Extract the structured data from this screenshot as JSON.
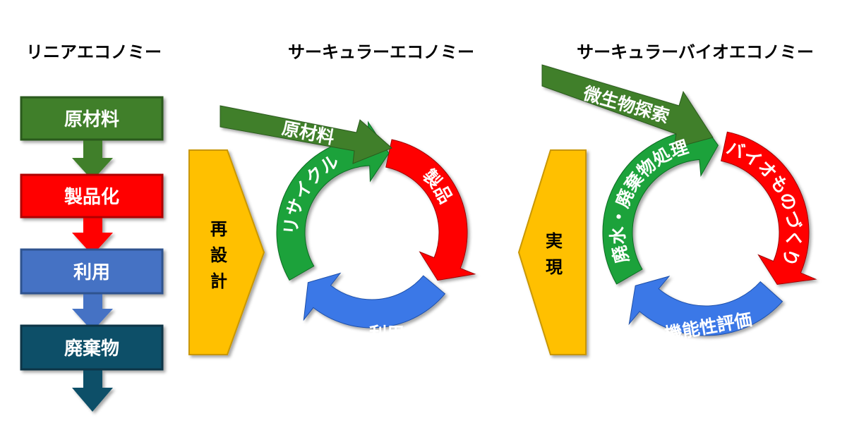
{
  "titles": {
    "linear": "リニアエコノミー",
    "circular": "サーキュラーエコノミー",
    "circular_bio": "サーキュラーバイオエコノミー"
  },
  "linear_steps": [
    {
      "label": "原材料",
      "color": "#3f7f2b"
    },
    {
      "label": "製品化",
      "color": "#ff0000"
    },
    {
      "label": "利用",
      "color": "#4472c4"
    },
    {
      "label": "廃棄物",
      "color": "#104f68"
    }
  ],
  "transition_1": {
    "label_chars": [
      "再",
      "設",
      "計"
    ],
    "color": "#ffc000"
  },
  "transition_2": {
    "label_chars": [
      "実",
      "現"
    ],
    "color": "#ffc000"
  },
  "circular": {
    "input": "原材料",
    "green": "リサイクル",
    "red": "製品",
    "blue": "利用"
  },
  "circular_bio": {
    "input": "微生物探索",
    "green": "廃水・廃棄物処理",
    "red": "バイオものづくり",
    "blue": "機能性評価"
  },
  "colors": {
    "green": "#1aa23a",
    "dark_green": "#3f7f2b",
    "red": "#ff0000",
    "blue": "#3b78e7",
    "yellow": "#ffc000"
  }
}
